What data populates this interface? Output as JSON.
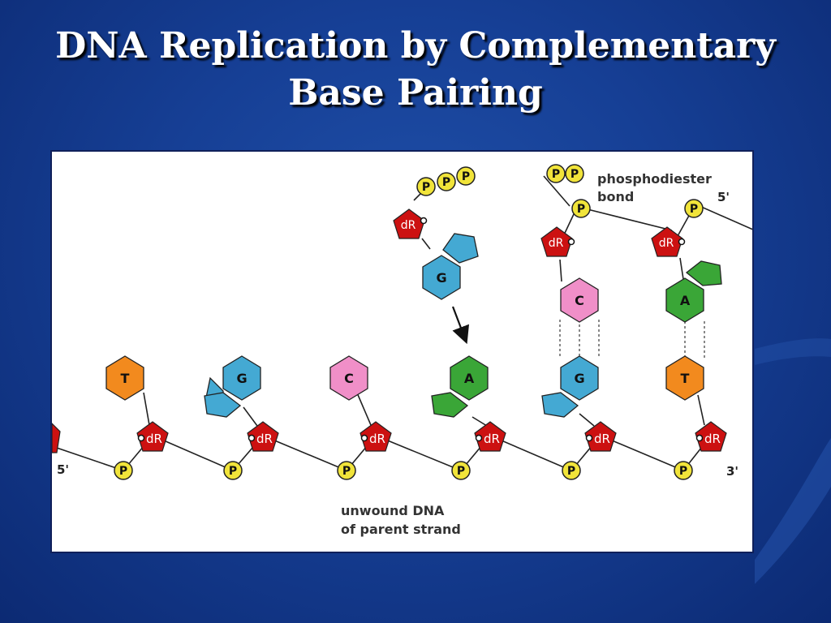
{
  "slide": {
    "title_line1": "DNA Replication by Complementary",
    "title_line2": "Base Pairing"
  },
  "colors": {
    "background": "#163f95",
    "deoxyribose": "#cc1111",
    "phosphate": "#f1e43a",
    "adenine": "#3aa637",
    "guanine": "#44a9d3",
    "cytosine": "#f08fc8",
    "thymine": "#f28a1e"
  },
  "diagram": {
    "phosphate_label": "P",
    "sugar_label": "dR",
    "parent_strand": {
      "end_left": "5'",
      "end_right": "3'",
      "bases": [
        "T",
        "G",
        "C",
        "A",
        "G",
        "T"
      ]
    },
    "new_strand": {
      "end_right": "5'",
      "bases": [
        "C",
        "A"
      ]
    },
    "incoming_nucleotide": {
      "base": "G",
      "phosphate_count": 3
    },
    "released_pyrophosphate_count": 2,
    "labels": {
      "phosphodiester_line1": "phosphodiester",
      "phosphodiester_line2": "bond",
      "unwound_line1": "unwound DNA",
      "unwound_line2": "of parent strand"
    }
  }
}
